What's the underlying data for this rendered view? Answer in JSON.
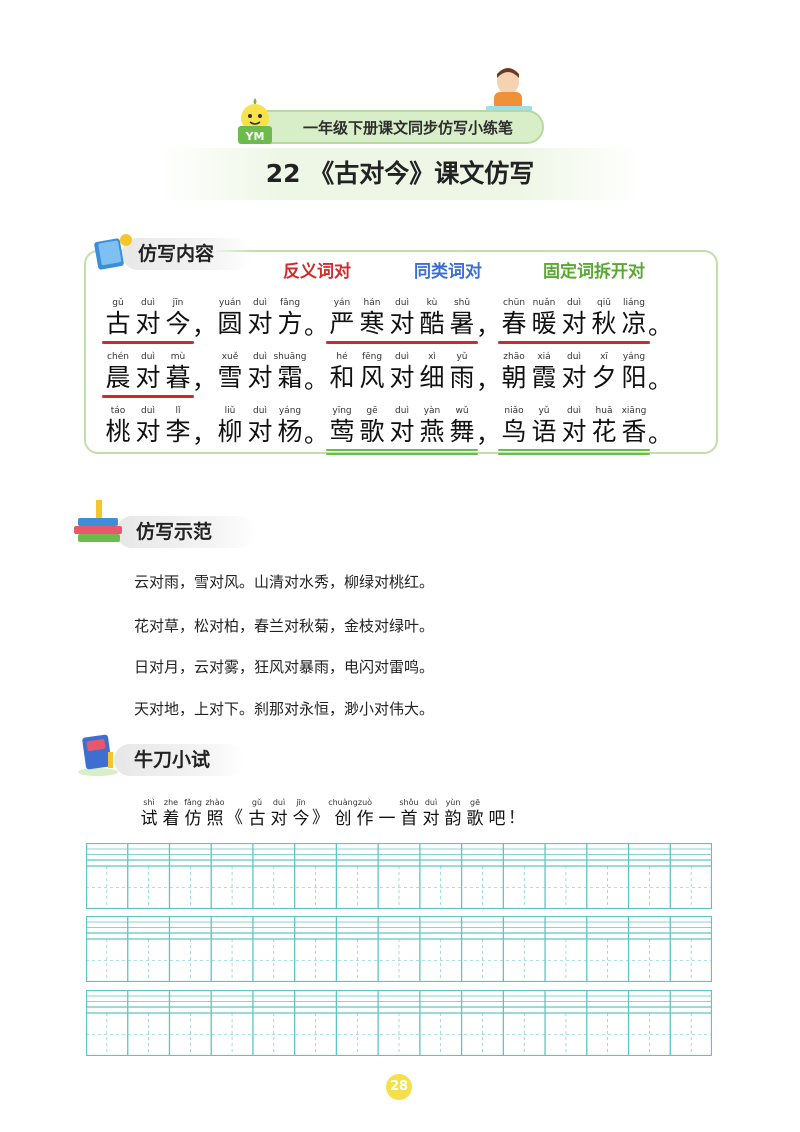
{
  "header": {
    "series_title": "一年级下册课文同步仿写小练笔",
    "lesson_title": "22 《古对今》课文仿写"
  },
  "section1": {
    "label": "仿写内容",
    "legend": [
      {
        "text": "反义词对",
        "color": "#d22b2b"
      },
      {
        "text": "同类词对",
        "color": "#3b6fd1"
      },
      {
        "text": "固定词拆开对",
        "color": "#5aa832"
      }
    ],
    "rows": [
      [
        {
          "py": "gǔ",
          "hz": "古"
        },
        {
          "py": "duì",
          "hz": "对"
        },
        {
          "py": "jīn",
          "hz": "今"
        },
        {
          "p": "，"
        },
        {
          "py": "yuán",
          "hz": "圆"
        },
        {
          "py": "duì",
          "hz": "对"
        },
        {
          "py": "fāng",
          "hz": "方"
        },
        {
          "p": "。"
        },
        {
          "py": "yán",
          "hz": "严"
        },
        {
          "py": "hán",
          "hz": "寒"
        },
        {
          "py": "duì",
          "hz": "对"
        },
        {
          "py": "kù",
          "hz": "酷"
        },
        {
          "py": "shǔ",
          "hz": "暑"
        },
        {
          "p": "，"
        },
        {
          "py": "chūn",
          "hz": "春"
        },
        {
          "py": "nuǎn",
          "hz": "暖"
        },
        {
          "py": "duì",
          "hz": "对"
        },
        {
          "py": "qiū",
          "hz": "秋"
        },
        {
          "py": "liáng",
          "hz": "凉"
        },
        {
          "p": "。"
        }
      ],
      [
        {
          "py": "chén",
          "hz": "晨"
        },
        {
          "py": "duì",
          "hz": "对"
        },
        {
          "py": "mù",
          "hz": "暮"
        },
        {
          "p": "，"
        },
        {
          "py": "xuě",
          "hz": "雪"
        },
        {
          "py": "duì",
          "hz": "对"
        },
        {
          "py": "shuāng",
          "hz": "霜"
        },
        {
          "p": "。"
        },
        {
          "py": "hé",
          "hz": "和"
        },
        {
          "py": "fēng",
          "hz": "风"
        },
        {
          "py": "duì",
          "hz": "对"
        },
        {
          "py": "xì",
          "hz": "细"
        },
        {
          "py": "yǔ",
          "hz": "雨"
        },
        {
          "p": "，"
        },
        {
          "py": "zhāo",
          "hz": "朝"
        },
        {
          "py": "xiá",
          "hz": "霞"
        },
        {
          "py": "duì",
          "hz": "对"
        },
        {
          "py": "xī",
          "hz": "夕"
        },
        {
          "py": "yáng",
          "hz": "阳"
        },
        {
          "p": "。"
        }
      ],
      [
        {
          "py": "táo",
          "hz": "桃"
        },
        {
          "py": "duì",
          "hz": "对"
        },
        {
          "py": "lǐ",
          "hz": "李"
        },
        {
          "p": "，"
        },
        {
          "py": "liǔ",
          "hz": "柳"
        },
        {
          "py": "duì",
          "hz": "对"
        },
        {
          "py": "yáng",
          "hz": "杨"
        },
        {
          "p": "。"
        },
        {
          "py": "yīng",
          "hz": "莺"
        },
        {
          "py": "gē",
          "hz": "歌"
        },
        {
          "py": "duì",
          "hz": "对"
        },
        {
          "py": "yàn",
          "hz": "燕"
        },
        {
          "py": "wǔ",
          "hz": "舞"
        },
        {
          "p": "，"
        },
        {
          "py": "niǎo",
          "hz": "鸟"
        },
        {
          "py": "yǔ",
          "hz": "语"
        },
        {
          "py": "duì",
          "hz": "对"
        },
        {
          "py": "huā",
          "hz": "花"
        },
        {
          "py": "xiāng",
          "hz": "香"
        },
        {
          "p": "。"
        }
      ]
    ]
  },
  "section2": {
    "label": "仿写示范",
    "lines": [
      "云对雨，雪对风。山清对水秀，柳绿对桃红。",
      "花对草，松对柏，春兰对秋菊，金枝对绿叶。",
      "日对月，云对雾，狂风对暴雨，电闪对雷鸣。",
      "天对地，上对下。刹那对永恒，渺小对伟大。"
    ]
  },
  "section3": {
    "label": "牛刀小试",
    "prompt": [
      {
        "py": "shì",
        "hz": "试"
      },
      {
        "py": "zhe",
        "hz": "着"
      },
      {
        "py": "fǎng",
        "hz": "仿"
      },
      {
        "py": "zhào",
        "hz": "照"
      },
      {
        "p": "《"
      },
      {
        "py": "gǔ",
        "hz": "古"
      },
      {
        "py": "duì",
        "hz": "对"
      },
      {
        "py": "jīn",
        "hz": "今"
      },
      {
        "p": "》"
      },
      {
        "py": "chuàng",
        "hz": "创"
      },
      {
        "py": "zuò",
        "hz": "作"
      },
      {
        "py": "",
        "hz": "一"
      },
      {
        "py": "shǒu",
        "hz": "首"
      },
      {
        "py": "duì",
        "hz": "对"
      },
      {
        "py": "yùn",
        "hz": "韵"
      },
      {
        "py": "gē",
        "hz": "歌"
      },
      {
        "py": "",
        "hz": "吧"
      },
      {
        "p": "！"
      }
    ]
  },
  "page_number": "28",
  "colors": {
    "grid_line": "#5cc6c4",
    "box_border": "#bfe0a8",
    "red_underline": "#cf2a2a",
    "green_underline": "#6dbb4e"
  }
}
